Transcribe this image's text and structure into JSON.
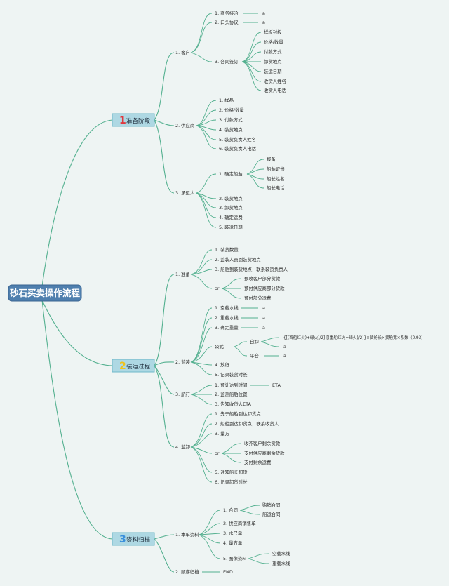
{
  "root": "砂石买卖操作流程",
  "stages": [
    {
      "num": "1",
      "label": "准备阶段",
      "num_color": "#e0383e"
    },
    {
      "num": "2",
      "label": "装运过程",
      "num_color": "#f0c21a"
    },
    {
      "num": "3",
      "label": "资料归档",
      "num_color": "#3a8fdc"
    }
  ],
  "s1": {
    "customer": "1. 客户",
    "c_items": [
      "1. 商务接洽",
      "2. 口头协议",
      "3. 合同签订"
    ],
    "c_a": "a",
    "contract_items": [
      "样板封板",
      "价格/数量",
      "付款方式",
      "卸货地点",
      "装运日期",
      "收货人姓名",
      "收货人电话"
    ],
    "supplier": "2. 供应商",
    "s_items": [
      "1. 样品",
      "2. 价格/数量",
      "3. 付款方式",
      "4. 装货地点",
      "5. 装货负责人姓名",
      "6. 装货负责人电话"
    ],
    "carrier": "3. 承运人",
    "carrier_items": [
      "1. 确定船舶",
      "2. 装货地点",
      "3. 卸货地点",
      "4. 确定运费",
      "5. 装运日期"
    ],
    "ship_items": [
      "报备",
      "船舶证书",
      "船长姓名",
      "船长电话"
    ]
  },
  "s2": {
    "prep": "1. 准备",
    "prep_items": [
      "1. 装货数量",
      "2. 监装人员到装货地点",
      "3. 船舶到装货地点，联系装货负责人",
      "or"
    ],
    "or1": [
      "预收客户部分货款",
      "预付供应商部分货款",
      "预付部分运费"
    ],
    "load": "2. 监装",
    "load_items": [
      "1. 空载水线",
      "2. 重载水线",
      "3. 确定重量",
      "公式",
      "4. 放行",
      "5. 记录装货时长"
    ],
    "a": "a",
    "formula_items": [
      "自卸",
      "平仓"
    ],
    "formula_text": "{[(首船红火)+绿火)/2]-[(重船红火+绿火)/2]}×货舱长×货舱宽×系数（0.93）",
    "sail": "3. 航行",
    "sail_items": [
      "1. 预计达到时间",
      "2. 监测船舶位置",
      "3. 告知收货人ETA"
    ],
    "eta": "ETA",
    "unload": "4. 监卸",
    "unload_items": [
      "1. 先于船舶到达卸货点",
      "2. 船舶到达卸货点，联系收货人",
      "3. 量方",
      "or",
      "5. 通知船长卸货",
      "6. 记录卸货时长"
    ],
    "or2": [
      "收齐客户剩余货款",
      "支付供应商剩余货款",
      "支付剩余运费"
    ]
  },
  "s3": {
    "docs": "1. 本单资料",
    "doc_items": [
      "1. 合同",
      "2. 供应商销售单",
      "3. 水尺单",
      "4. 量方单",
      "5. 图像资料"
    ],
    "contract_types": [
      "购销合同",
      "船运合同"
    ],
    "image_items": [
      "空载水线",
      "重载水线"
    ],
    "archive": "2. 顺序归档",
    "end": "END"
  }
}
